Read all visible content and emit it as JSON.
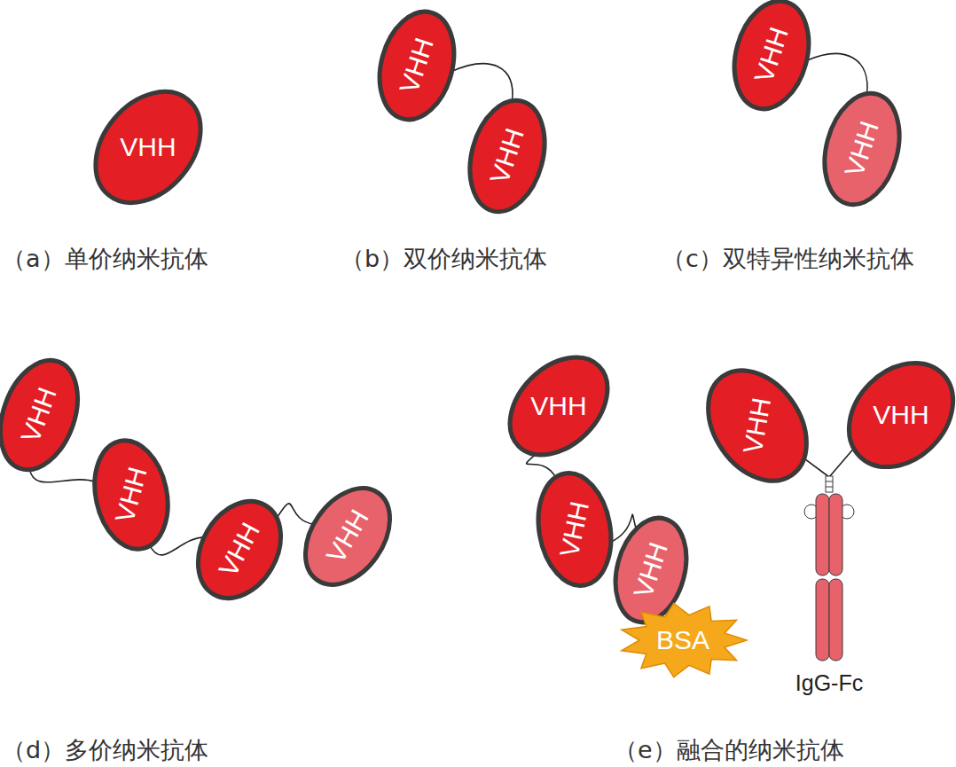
{
  "diagram": {
    "nodes": [
      {
        "text": [
          "VHH"
        ]
      },
      {
        "text": [
          "VHH"
        ]
      },
      {
        "text": [
          "VHH"
        ]
      },
      {
        "text": [
          "VHH"
        ]
      },
      {
        "text": [
          "VHH"
        ]
      },
      {
        "text": [
          "VHH"
        ]
      },
      {
        "text": [
          "VHH"
        ]
      },
      {
        "text": [
          "VHH"
        ]
      },
      {
        "text": [
          "VHH"
        ]
      },
      {
        "text": [
          "VHH"
        ]
      },
      {
        "text": [
          "VHH"
        ]
      },
      {
        "text": [
          "VHH"
        ]
      },
      {
        "text": [
          "BSA"
        ]
      },
      {
        "text": [
          "VHH"
        ]
      },
      {
        "text": [
          "VHH"
        ]
      },
      {
        "text": [
          "IgG-Fc"
        ]
      }
    ],
    "edges": [
      {
        "from": 1,
        "to": 2,
        "arrow": "none"
      },
      {
        "from": 3,
        "to": 4,
        "arrow": "none"
      },
      {
        "from": 5,
        "to": 6,
        "arrow": "none"
      },
      {
        "from": 6,
        "to": 7,
        "arrow": "none"
      },
      {
        "from": 7,
        "to": 8,
        "arrow": "none"
      },
      {
        "from": 9,
        "to": 10,
        "arrow": "none"
      },
      {
        "from": 10,
        "to": 11,
        "arrow": "none"
      },
      {
        "from": 13,
        "to": 15,
        "arrow": "none"
      },
      {
        "from": 14,
        "to": 15,
        "arrow": "none"
      }
    ],
    "labels": [
      "（a）单价纳米抗体",
      "（b）双价纳米抗体",
      "（c）双特异性纳米抗体",
      "（d）多价纳米抗体",
      "（e）融合的纳米抗体"
    ]
  }
}
